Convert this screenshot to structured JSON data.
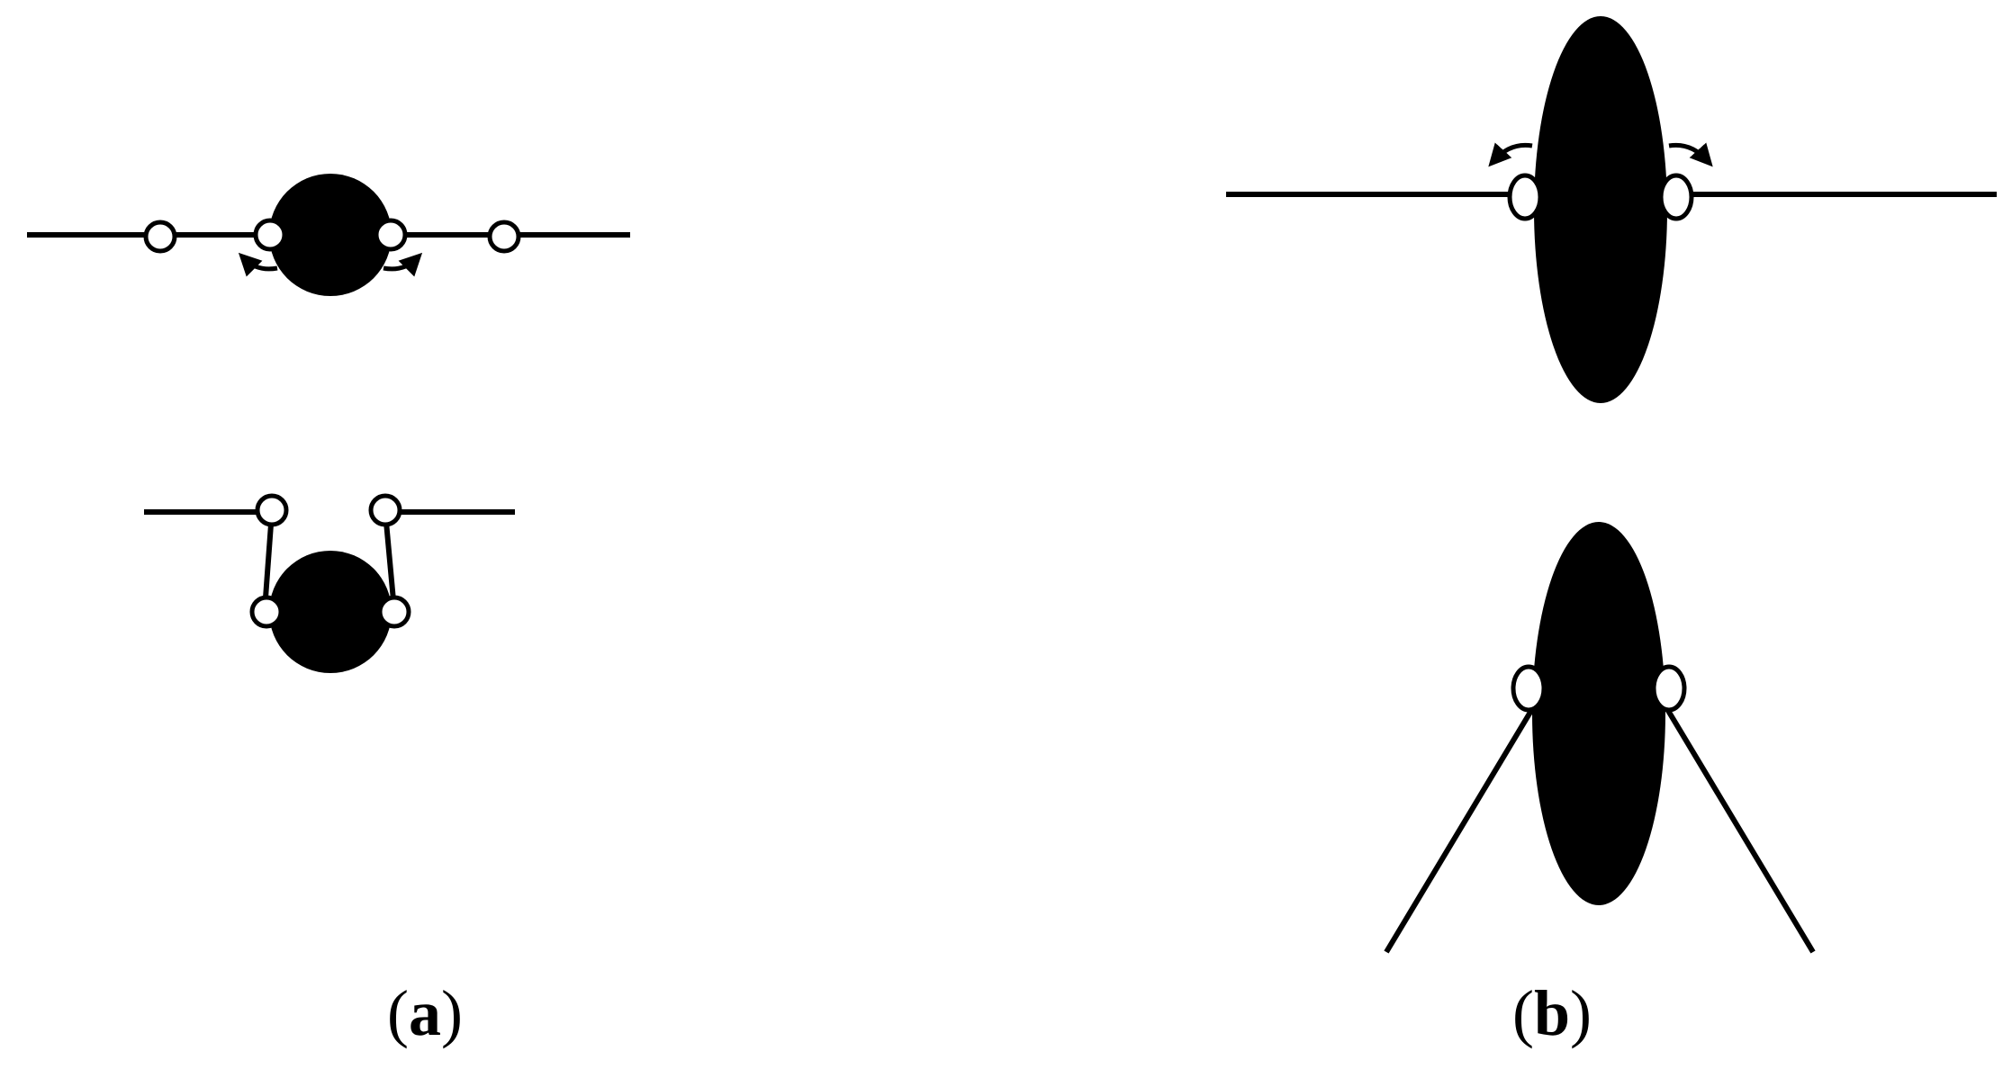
{
  "colors": {
    "ink": "#000000",
    "background": "#ffffff"
  },
  "panels": [
    {
      "id": "a",
      "caption_open": "(",
      "caption_letter": "a",
      "caption_close": ")",
      "body_shape": "circle",
      "states": [
        "extended-wings",
        "folded-wings"
      ]
    },
    {
      "id": "b",
      "caption_open": "(",
      "caption_letter": "b",
      "caption_close": ")",
      "body_shape": "ellipse",
      "states": [
        "extended-wings",
        "swept-wings"
      ]
    }
  ],
  "icons": [
    "rotation-arrow-icon",
    "hinge-joint-icon"
  ]
}
